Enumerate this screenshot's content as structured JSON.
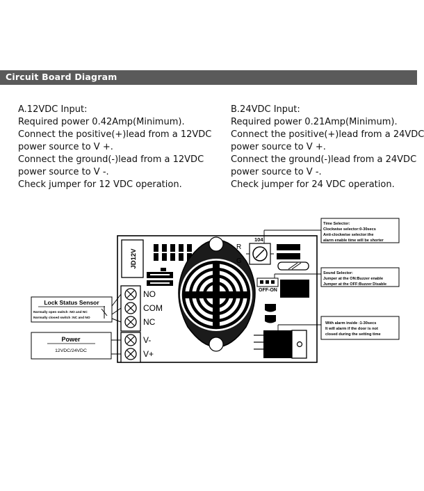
{
  "header": {
    "title": "Circuit Board Diagram"
  },
  "spec_a": {
    "lines": [
      "A.12VDC Input:",
      "Required power 0.42Amp(Minimum).",
      "Connect the positive(+)lead from a 12VDC",
      "power source to V +.",
      "Connect the ground(-)lead from a 12VDC",
      "power source to V -.",
      "Check jumper for 12 VDC operation."
    ]
  },
  "spec_b": {
    "lines": [
      "B.24VDC Input:",
      "Required power 0.21Amp(Minimum).",
      "Connect the positive(+)lead from a 24VDC",
      "power source to V +.",
      "Connect the ground(-)lead from a 24VDC",
      "power source to V -.",
      "Check jumper for 24 VDC operation."
    ]
  },
  "board": {
    "relay_label": "JD12V",
    "pot_value": "104",
    "r_label": "R",
    "g_label": "G",
    "jumper_label": "OFF-ON",
    "terminals": {
      "no": "NO",
      "com": "COM",
      "nc": "NC",
      "vminus": "V-",
      "vplus": "V+"
    }
  },
  "lock_sensor": {
    "title": "Lock Status Sensor",
    "line1": "Normally open switch :NO and NC",
    "line2": "Normally closed switch :NC and NO"
  },
  "power_box": {
    "title": "Power",
    "value": "12VDC/24VDC"
  },
  "time_selector": {
    "line1": "Time Selector:",
    "line2": "Clockwise selector:0-30secs",
    "line3": "Anti-clockwise selector:the",
    "line4": "alarm enable time will be shorter"
  },
  "sound_selector": {
    "line1": "Sound Selector:",
    "line2": "Jumper at the ON:Buzzer enable",
    "line3": "Jumper at the OFF:Buzzer Disable"
  },
  "alarm_note": {
    "line1": "With alarm inside :1-30secs",
    "line2": "It will alarm if the door is not",
    "line3": "closed during the setting time"
  }
}
